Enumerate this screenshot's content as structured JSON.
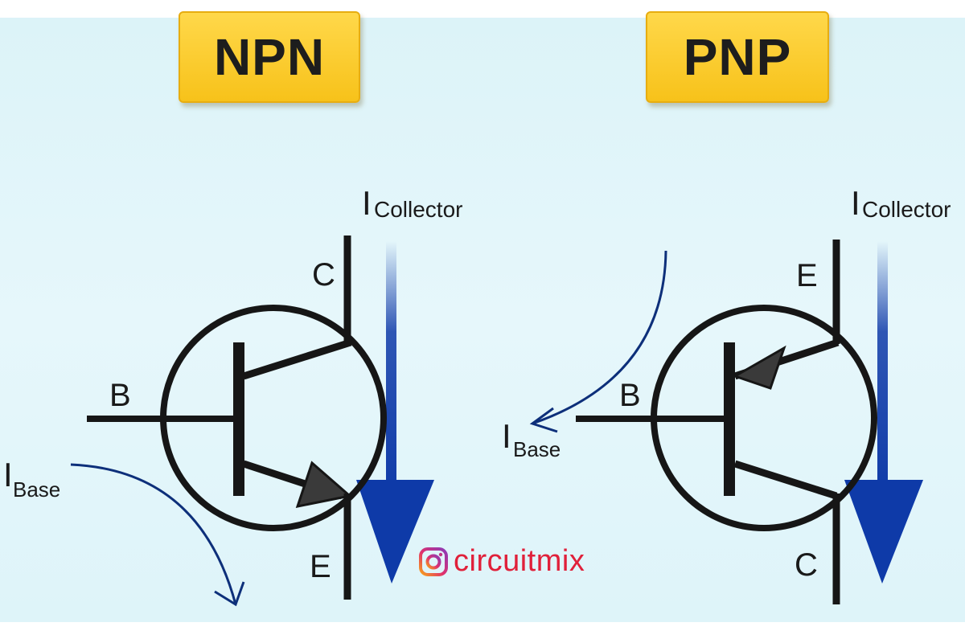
{
  "npn": {
    "title": "NPN",
    "labels": {
      "collector": "C",
      "base": "B",
      "emitter": "E"
    },
    "collector_current": {
      "symbol": "I",
      "subscript": "Collector"
    },
    "base_current": {
      "symbol": "I",
      "subscript": "Base"
    }
  },
  "pnp": {
    "title": "PNP",
    "labels": {
      "emitter": "E",
      "base": "B",
      "collector": "C"
    },
    "collector_current": {
      "symbol": "I",
      "subscript": "Collector"
    },
    "base_current": {
      "symbol": "I",
      "subscript": "Base"
    }
  },
  "watermark": {
    "text": "circuitmix",
    "icon": "instagram-icon"
  },
  "colors": {
    "background": "#dff4f9",
    "title_box": "#f9c924",
    "current_arrow": "#0e3aa8",
    "base_current_arrow": "#0d2f7a",
    "symbol_line": "#161616",
    "watermark": "#e0203a"
  }
}
